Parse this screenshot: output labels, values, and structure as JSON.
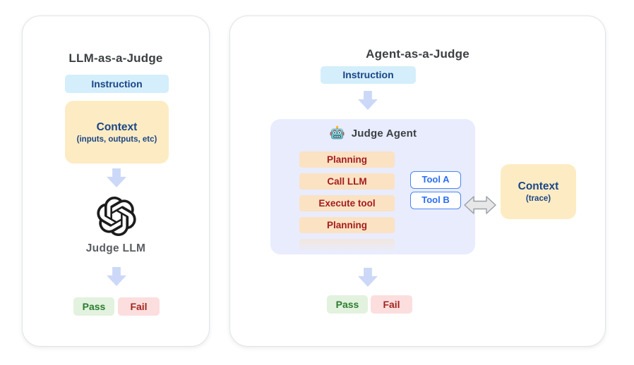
{
  "left_panel": {
    "title": "LLM-as-a-Judge",
    "instruction_label": "Instruction",
    "context_box": {
      "title": "Context",
      "subtitle": "(inputs, outputs, etc)"
    },
    "judge_label": "Judge LLM",
    "outcomes": {
      "pass": "Pass",
      "fail": "Fail"
    }
  },
  "right_panel": {
    "title": "Agent-as-a-Judge",
    "instruction_label": "Instruction",
    "judge_agent": {
      "title": "Judge Agent",
      "steps": [
        "Planning",
        "Call LLM",
        "Execute tool",
        "Planning"
      ],
      "tools": [
        "Tool A",
        "Tool B"
      ]
    },
    "context_box": {
      "title": "Context",
      "subtitle": "(trace)"
    },
    "outcomes": {
      "pass": "Pass",
      "fail": "Fail"
    }
  },
  "icons": {
    "left_model": "openai-logo",
    "agent_avatar": "robot-icon",
    "flow": "arrow-down-icon",
    "exchange": "double-horizontal-arrow-icon"
  },
  "colors": {
    "instruction_bg": "#d4eefb",
    "context_bg": "#fdecc3",
    "navy_text": "#1b4587",
    "flow_arrow": "#ccd8f8",
    "agent_panel_bg": "#e8ecfd",
    "step_bg": "#fbe2c3",
    "step_text": "#a31d1d",
    "tool_border": "#4b86f2",
    "tool_text": "#2a6df4",
    "pass_bg": "#e2f2df",
    "pass_text": "#2b7c2e",
    "fail_bg": "#fcdede",
    "fail_text": "#a3261e",
    "title_text": "#3c4043",
    "exchange_arrow_fill": "#e7e7e7",
    "exchange_arrow_stroke": "#9aa0a6"
  }
}
